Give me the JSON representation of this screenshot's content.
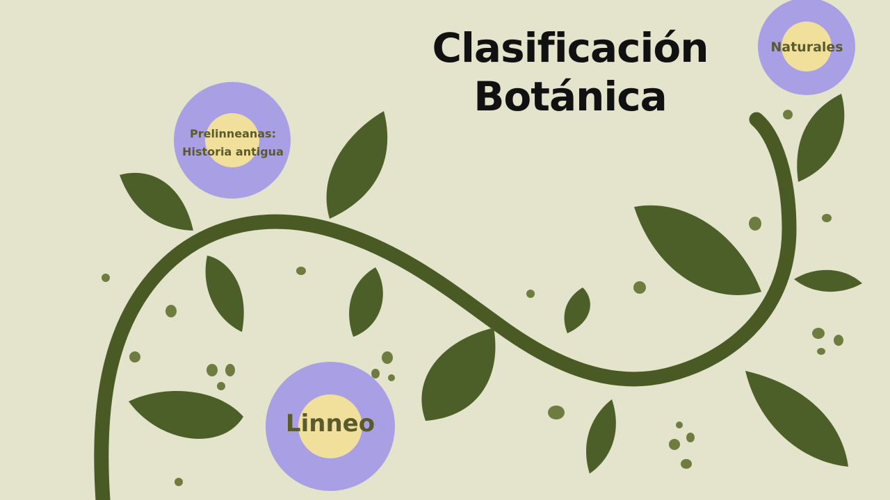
{
  "title": {
    "line1": "Clasificación",
    "line2": "Botánica"
  },
  "nodes": {
    "prelinneanas": {
      "line1": "Prelinneanas:",
      "line2": "Historia antigua"
    },
    "linneo": {
      "label": "Linneo"
    },
    "naturales": {
      "label": "Naturales"
    }
  },
  "colors": {
    "background": "#e3e4cb",
    "vine": "#4a5a24",
    "leaf": "#4d5f28",
    "flower_outer": "#a99fe4",
    "flower_inner": "#f1e09b",
    "label_text": "#5a5a2c",
    "title_text": "#111111"
  }
}
